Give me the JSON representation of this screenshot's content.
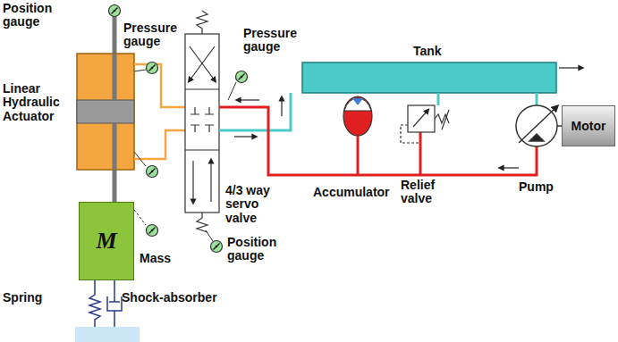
{
  "diagram": {
    "nodes": [
      {
        "text": [
          "M"
        ]
      },
      {
        "text": [
          "Motor"
        ]
      }
    ],
    "labels": [
      "Position gauge",
      "Pressure gauge",
      "Pressure gauge",
      "Linear Hydraulic Actuator",
      "Tank",
      "4/3 way servo valve",
      "Position gauge",
      "Accumulator",
      "Relief valve",
      "Pump",
      "Mass",
      "Spring",
      "Shock-absorber"
    ]
  }
}
